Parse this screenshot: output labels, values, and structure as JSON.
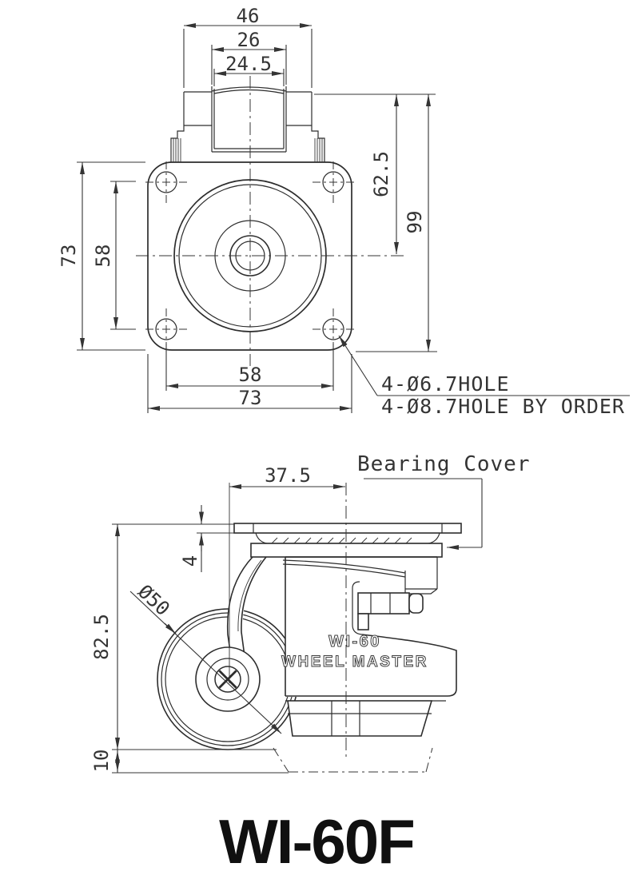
{
  "drawing": {
    "title": "WI-60F",
    "colors": {
      "line": "#343434",
      "text": "#343434",
      "background": "#ffffff",
      "title_text": "#101010"
    },
    "top_view": {
      "dim_cap_outer_width": "46",
      "dim_cap_width": "26",
      "dim_cap_inner_width": "24.5",
      "dim_plate_height": "73",
      "dim_hole_spacing_vertical": "58",
      "dim_cap_top_to_axis": "62.5",
      "dim_overall_height": "99",
      "dim_hole_spacing_horizontal": "58",
      "dim_plate_width": "73",
      "callout_hole_standard": "4-Ø6.7HOLE",
      "callout_hole_by_order": "4-Ø8.7HOLE BY ORDER"
    },
    "side_view": {
      "label_bearing_cover": "Bearing Cover",
      "dim_wheel_axis_offset": "37.5",
      "dim_plate_thickness": "4",
      "dim_mount_height": "82.5",
      "dim_wheel_diameter": "Ø50",
      "dim_foot_clearance": "10",
      "marking_model": "WI-60",
      "marking_brand": "WHEEL MASTER"
    }
  }
}
